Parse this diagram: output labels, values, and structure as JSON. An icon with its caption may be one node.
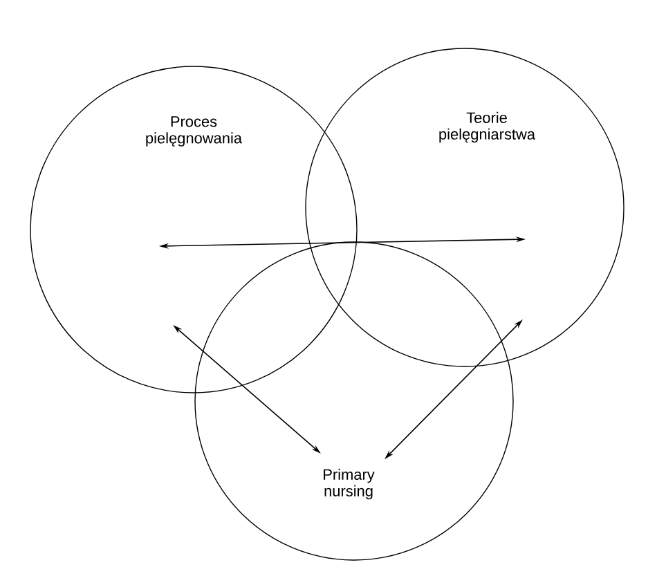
{
  "diagram": {
    "nodes": [
      {
        "text": [
          "Proces pielęgnowania"
        ]
      },
      {
        "text": [
          "Teorie pielęgniarstwa"
        ]
      },
      {
        "text": [
          "Primary nursing"
        ]
      }
    ],
    "edges": [
      {
        "from": 0,
        "to": 1,
        "arrow": "both"
      },
      {
        "from": 0,
        "to": 2,
        "arrow": "both"
      },
      {
        "from": 1,
        "to": 2,
        "arrow": "both"
      }
    ]
  }
}
